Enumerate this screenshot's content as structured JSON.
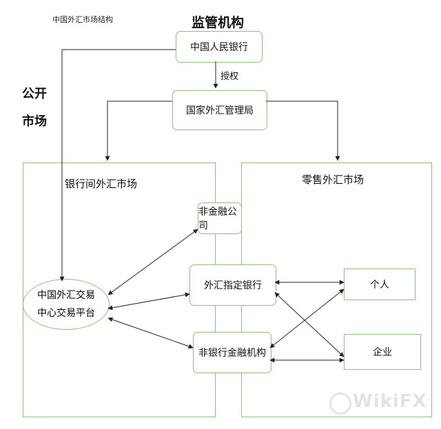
{
  "caption": "中国外汇市场结构",
  "headings": {
    "regulator": "监管机构",
    "public_market_line1": "公开",
    "public_market_line2": "市场",
    "interbank_market": "银行间外汇市场",
    "retail_market": "零售外汇市场"
  },
  "nodes": {
    "pboc": "中国人民银行",
    "safe": "国家外汇管理局",
    "non_financial": "非金融公司",
    "designated_bank": "外汇指定银行",
    "non_bank": "非银行金融机构",
    "individual": "个人",
    "enterprise": "企业",
    "cfets_line1": "中国外汇交易",
    "cfets_line2": "中心交易平台"
  },
  "edge_labels": {
    "authorize": "授权"
  },
  "watermark": "WikiFX",
  "colors": {
    "box_border": "#8fbf7a",
    "arrow": "#222222"
  }
}
